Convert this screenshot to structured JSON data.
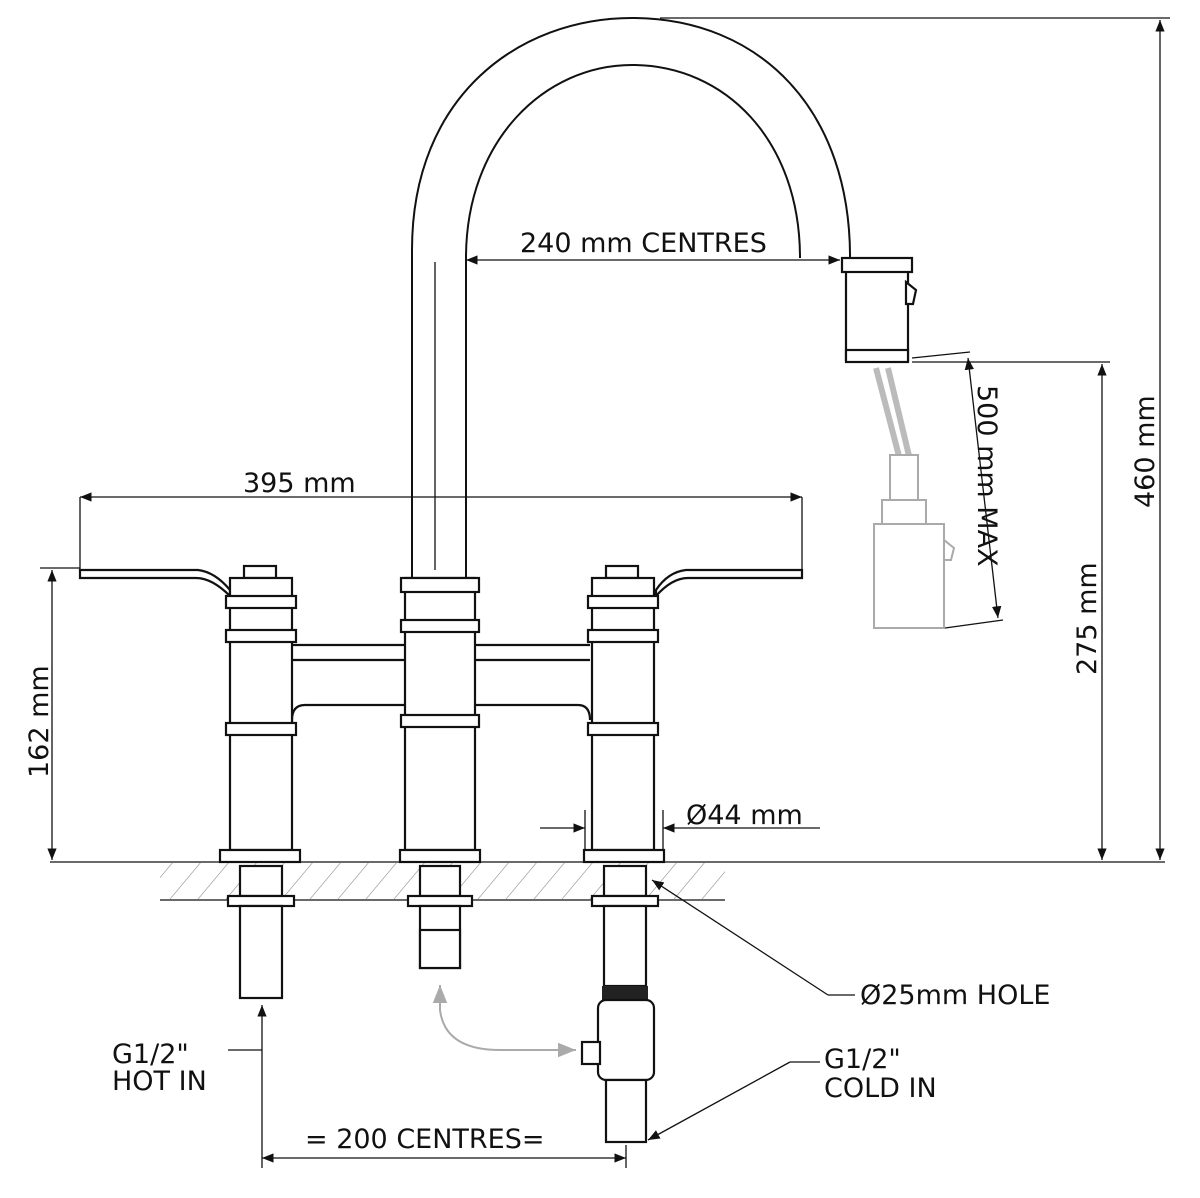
{
  "dimensions": {
    "spout_centres": "240 mm CENTRES",
    "lever_span": "395 mm",
    "hose_length": "500 mm MAX",
    "overall_height": "460 mm",
    "spout_height": "275 mm",
    "body_height": "162 mm",
    "body_diameter": "Ø44 mm",
    "hole_size": "Ø25mm HOLE",
    "inlet_centres": "= 200  CENTRES="
  },
  "inlets": {
    "hot": {
      "line1": "G1/2\"",
      "line2": "HOT IN"
    },
    "cold": {
      "line1": "G1/2\"",
      "line2": "COLD IN"
    }
  }
}
